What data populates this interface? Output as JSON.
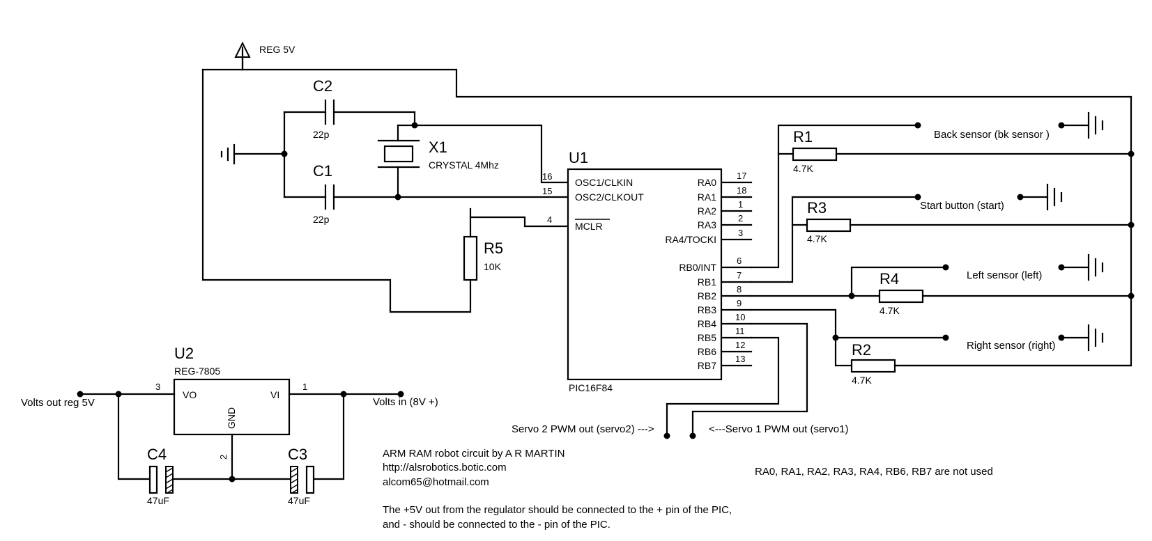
{
  "power_label": "REG 5V",
  "components": {
    "c2": {
      "ref": "C2",
      "value": "22p"
    },
    "c1": {
      "ref": "C1",
      "value": "22p"
    },
    "x1": {
      "ref": "X1",
      "value": "CRYSTAL 4Mhz"
    },
    "r5": {
      "ref": "R5",
      "value": "10K"
    },
    "u1": {
      "ref": "U1",
      "part": "PIC16F84",
      "left_pins": [
        {
          "name": "OSC1/CLKIN",
          "num": "16"
        },
        {
          "name": "OSC2/CLKOUT",
          "num": "15"
        },
        {
          "name": "MCLR",
          "num": "4"
        }
      ],
      "right_pins": [
        {
          "name": "RA0",
          "num": "17"
        },
        {
          "name": "RA1",
          "num": "18"
        },
        {
          "name": "RA2",
          "num": "1"
        },
        {
          "name": "RA3",
          "num": "2"
        },
        {
          "name": "RA4/TOCKI",
          "num": "3"
        },
        {
          "name": "RB0/INT",
          "num": "6"
        },
        {
          "name": "RB1",
          "num": "7"
        },
        {
          "name": "RB2",
          "num": "8"
        },
        {
          "name": "RB3",
          "num": "9"
        },
        {
          "name": "RB4",
          "num": "10"
        },
        {
          "name": "RB5",
          "num": "11"
        },
        {
          "name": "RB6",
          "num": "12"
        },
        {
          "name": "RB7",
          "num": "13"
        }
      ]
    },
    "r1": {
      "ref": "R1",
      "value": "4.7K"
    },
    "r3": {
      "ref": "R3",
      "value": "4.7K"
    },
    "r4": {
      "ref": "R4",
      "value": "4.7K"
    },
    "r2": {
      "ref": "R2",
      "value": "4.7K"
    },
    "u2": {
      "ref": "U2",
      "part": "REG-7805",
      "vo": "VO",
      "vi": "VI",
      "gnd": "GND",
      "pin_vo": "3",
      "pin_vi": "1",
      "pin_gnd": "2"
    },
    "c4": {
      "ref": "C4",
      "value": "47uF"
    },
    "c3": {
      "ref": "C3",
      "value": "47uF"
    }
  },
  "terminals": {
    "back_sensor": "Back sensor (bk sensor )",
    "start_button": "Start button (start)",
    "left_sensor": "Left sensor (left)",
    "right_sensor": "Right sensor (right)",
    "servo2": "Servo 2 PWM out (servo2) --->",
    "servo1": "<---Servo 1 PWM out (servo1)",
    "volts_out": "Volts out reg 5V",
    "volts_in": "Volts in (8V +)"
  },
  "notes": {
    "credit_line1": "ARM RAM robot circuit by A R MARTIN",
    "credit_line2": "http://alsrobotics.botic.com",
    "credit_line3": "alcom65@hotmail.com",
    "unused_pins": "RA0, RA1, RA2, RA3, RA4, RB6, RB7 are not used",
    "instruction_line1": "The +5V out from the regulator should be connected to the + pin of the PIC,",
    "instruction_line2": "and - should be connected to the - pin of the PIC."
  }
}
